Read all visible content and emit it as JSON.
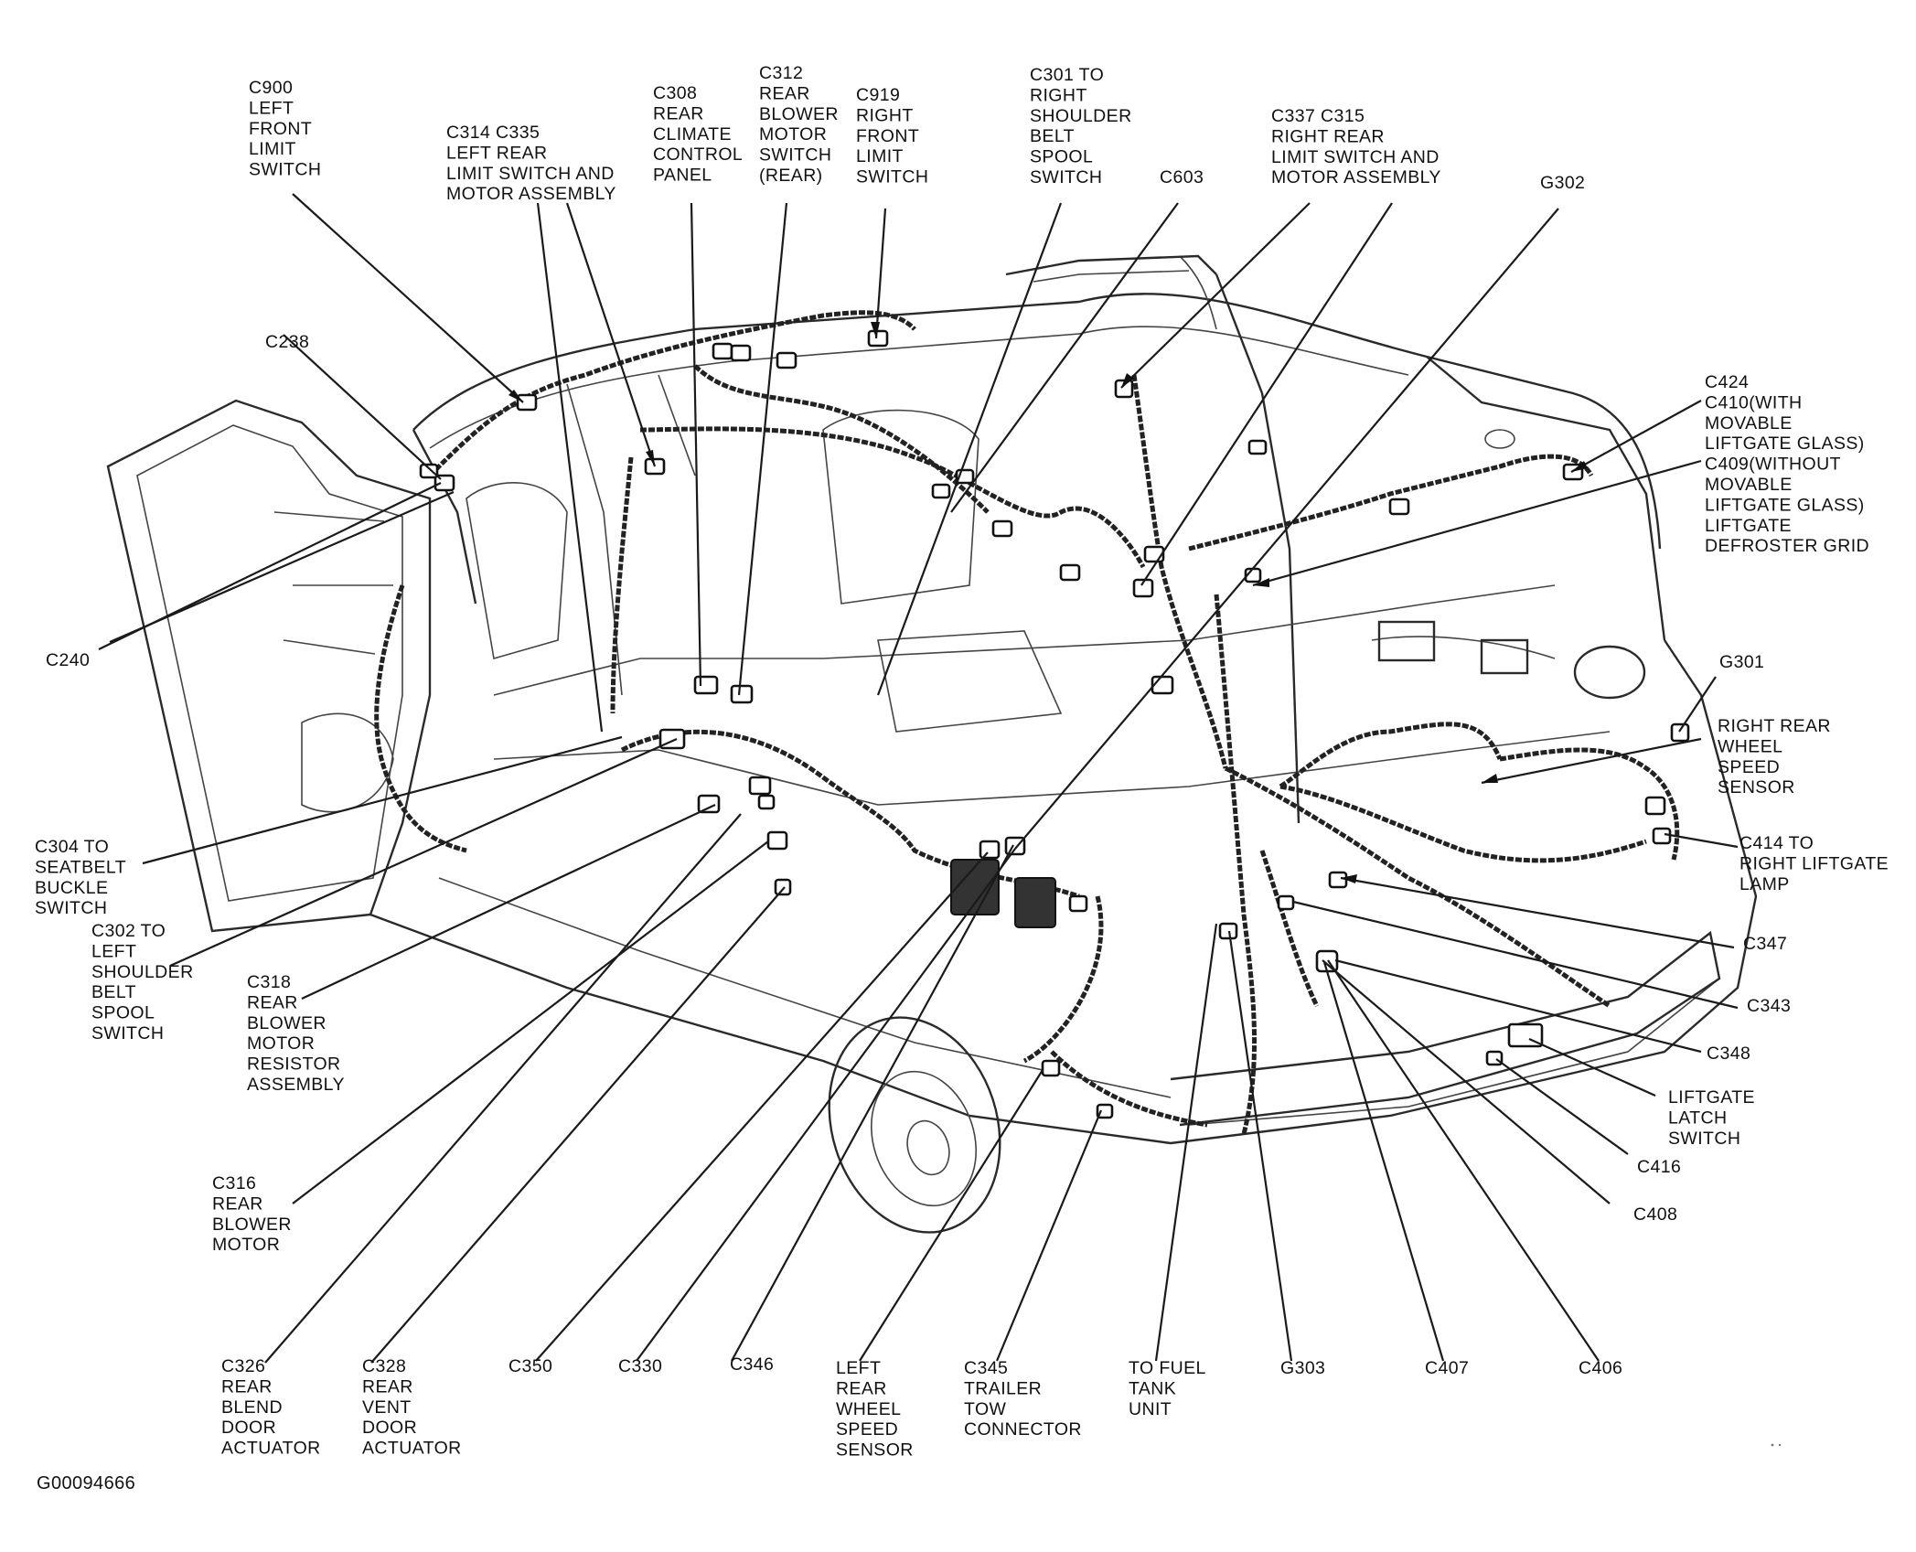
{
  "figure_id": "G00094666",
  "callouts": [
    {
      "id": "c900",
      "lines": [
        "C900",
        "LEFT",
        "FRONT",
        "LIMIT",
        "SWITCH"
      ]
    },
    {
      "id": "c314",
      "lines": [
        "C314 C335",
        "LEFT REAR",
        "LIMIT SWITCH AND",
        "MOTOR ASSEMBLY"
      ]
    },
    {
      "id": "c308",
      "lines": [
        "C308",
        "REAR",
        "CLIMATE",
        "CONTROL",
        "PANEL"
      ]
    },
    {
      "id": "c312",
      "lines": [
        "C312",
        "REAR",
        "BLOWER",
        "MOTOR",
        "SWITCH",
        "(REAR)"
      ]
    },
    {
      "id": "c919",
      "lines": [
        "C919",
        "RIGHT",
        "FRONT",
        "LIMIT",
        "SWITCH"
      ]
    },
    {
      "id": "c301",
      "lines": [
        "C301 TO",
        "RIGHT",
        "SHOULDER",
        "BELT",
        "SPOOL",
        "SWITCH"
      ]
    },
    {
      "id": "c603",
      "lines": [
        "C603"
      ]
    },
    {
      "id": "c337",
      "lines": [
        "C337    C315",
        "RIGHT REAR",
        "LIMIT SWITCH AND",
        "MOTOR ASSEMBLY"
      ]
    },
    {
      "id": "g302",
      "lines": [
        "G302"
      ]
    },
    {
      "id": "c238",
      "lines": [
        "C238"
      ]
    },
    {
      "id": "c424",
      "lines": [
        "C424",
        "C410(WITH",
        "MOVABLE",
        "LIFTGATE GLASS)",
        "C409(WITHOUT",
        "MOVABLE",
        "LIFTGATE GLASS)",
        "LIFTGATE",
        "DEFROSTER GRID"
      ]
    },
    {
      "id": "c240",
      "lines": [
        "C240"
      ]
    },
    {
      "id": "g301",
      "lines": [
        "G301"
      ]
    },
    {
      "id": "rrwss",
      "lines": [
        "RIGHT REAR",
        "WHEEL",
        "SPEED",
        "SENSOR"
      ]
    },
    {
      "id": "c304",
      "lines": [
        "C304 TO",
        "SEATBELT",
        "BUCKLE",
        "SWITCH"
      ]
    },
    {
      "id": "c414",
      "lines": [
        "C414 TO",
        "RIGHT LIFTGATE",
        "LAMP"
      ]
    },
    {
      "id": "c302",
      "lines": [
        "C302 TO",
        "LEFT",
        "SHOULDER",
        "BELT",
        "SPOOL",
        "SWITCH"
      ]
    },
    {
      "id": "c347",
      "lines": [
        "C347"
      ]
    },
    {
      "id": "c318",
      "lines": [
        "C318",
        "REAR",
        "BLOWER",
        "MOTOR",
        "RESISTOR",
        "ASSEMBLY"
      ]
    },
    {
      "id": "c343",
      "lines": [
        "C343"
      ]
    },
    {
      "id": "c348",
      "lines": [
        "C348"
      ]
    },
    {
      "id": "lls",
      "lines": [
        "LIFTGATE",
        "LATCH",
        "SWITCH"
      ]
    },
    {
      "id": "c416",
      "lines": [
        "C416"
      ]
    },
    {
      "id": "c316",
      "lines": [
        "C316",
        "REAR",
        "BLOWER",
        "MOTOR"
      ]
    },
    {
      "id": "c408",
      "lines": [
        "C408"
      ]
    },
    {
      "id": "c326",
      "lines": [
        "C326",
        "REAR",
        "BLEND",
        "DOOR",
        "ACTUATOR"
      ]
    },
    {
      "id": "c328",
      "lines": [
        "C328",
        "REAR",
        "VENT",
        "DOOR",
        "ACTUATOR"
      ]
    },
    {
      "id": "c350",
      "lines": [
        "C350"
      ]
    },
    {
      "id": "c330",
      "lines": [
        "C330"
      ]
    },
    {
      "id": "c346",
      "lines": [
        "C346"
      ]
    },
    {
      "id": "lrwss",
      "lines": [
        "LEFT",
        "REAR",
        "WHEEL",
        "SPEED",
        "SENSOR"
      ]
    },
    {
      "id": "c345",
      "lines": [
        "C345",
        "TRAILER",
        "TOW",
        "CONNECTOR"
      ]
    },
    {
      "id": "fuel",
      "lines": [
        "TO FUEL",
        "TANK",
        "UNIT"
      ]
    },
    {
      "id": "g303",
      "lines": [
        "G303"
      ]
    },
    {
      "id": "c407",
      "lines": [
        "C407"
      ]
    },
    {
      "id": "c406",
      "lines": [
        "C406"
      ]
    }
  ]
}
